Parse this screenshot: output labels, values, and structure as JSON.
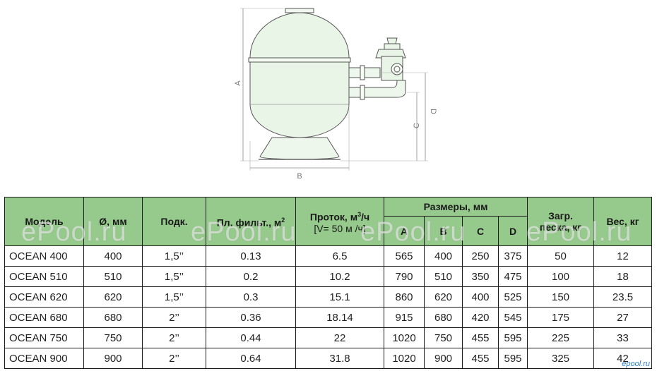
{
  "diagram": {
    "labels": {
      "a": "A",
      "b": "B",
      "c": "C",
      "d": "D"
    }
  },
  "table": {
    "headers": {
      "model": "Модель",
      "diameter": "Ø, мм",
      "connection": "Подк.",
      "filter_area_text": "Пл. фильт., м",
      "filter_area_sup": "2",
      "flow_line1_pre": "Проток, м",
      "flow_line1_sup": "3",
      "flow_line1_post": "/ч",
      "flow_line2": "[V= 50 м /ч]",
      "dimensions": "Размеры, мм",
      "dim_a": "A",
      "dim_b": "B",
      "dim_c": "C",
      "dim_d": "D",
      "sand_load_line1": "Загр.",
      "sand_load_line2": "песка, кг",
      "weight": "Вес, кг"
    },
    "rows": [
      {
        "model": "OCEAN 400",
        "diameter": "400",
        "connection": "1,5’’",
        "filter_area": "0.13",
        "flow": "6.5",
        "a": "565",
        "b": "400",
        "c": "250",
        "d": "375",
        "sand": "50",
        "weight": "12"
      },
      {
        "model": "OCEAN 510",
        "diameter": "510",
        "connection": "1,5’’",
        "filter_area": "0.2",
        "flow": "10.2",
        "a": "790",
        "b": "510",
        "c": "350",
        "d": "475",
        "sand": "100",
        "weight": "18"
      },
      {
        "model": "OCEAN 620",
        "diameter": "620",
        "connection": "1,5’’",
        "filter_area": "0.3",
        "flow": "15.1",
        "a": "860",
        "b": "620",
        "c": "400",
        "d": "525",
        "sand": "150",
        "weight": "23.5"
      },
      {
        "model": "OCEAN 680",
        "diameter": "680",
        "connection": "2’’",
        "filter_area": "0.36",
        "flow": "18.14",
        "a": "915",
        "b": "680",
        "c": "420",
        "d": "545",
        "sand": "175",
        "weight": "27"
      },
      {
        "model": "OCEAN 750",
        "diameter": "750",
        "connection": "2’’",
        "filter_area": "0.44",
        "flow": "22",
        "a": "1020",
        "b": "750",
        "c": "455",
        "d": "595",
        "sand": "225",
        "weight": "33"
      },
      {
        "model": "OCEAN 900",
        "diameter": "900",
        "connection": "2’’",
        "filter_area": "0.64",
        "flow": "31.8",
        "a": "1020",
        "b": "900",
        "c": "455",
        "d": "595",
        "sand": "325",
        "weight": "42"
      }
    ]
  },
  "watermark": {
    "text": "ePool.ru"
  },
  "corner_logo": "epool.ru",
  "colors": {
    "header_bg": "#96c98c",
    "tank_fill": "#e9f5e6",
    "border": "#1a1a1a"
  }
}
